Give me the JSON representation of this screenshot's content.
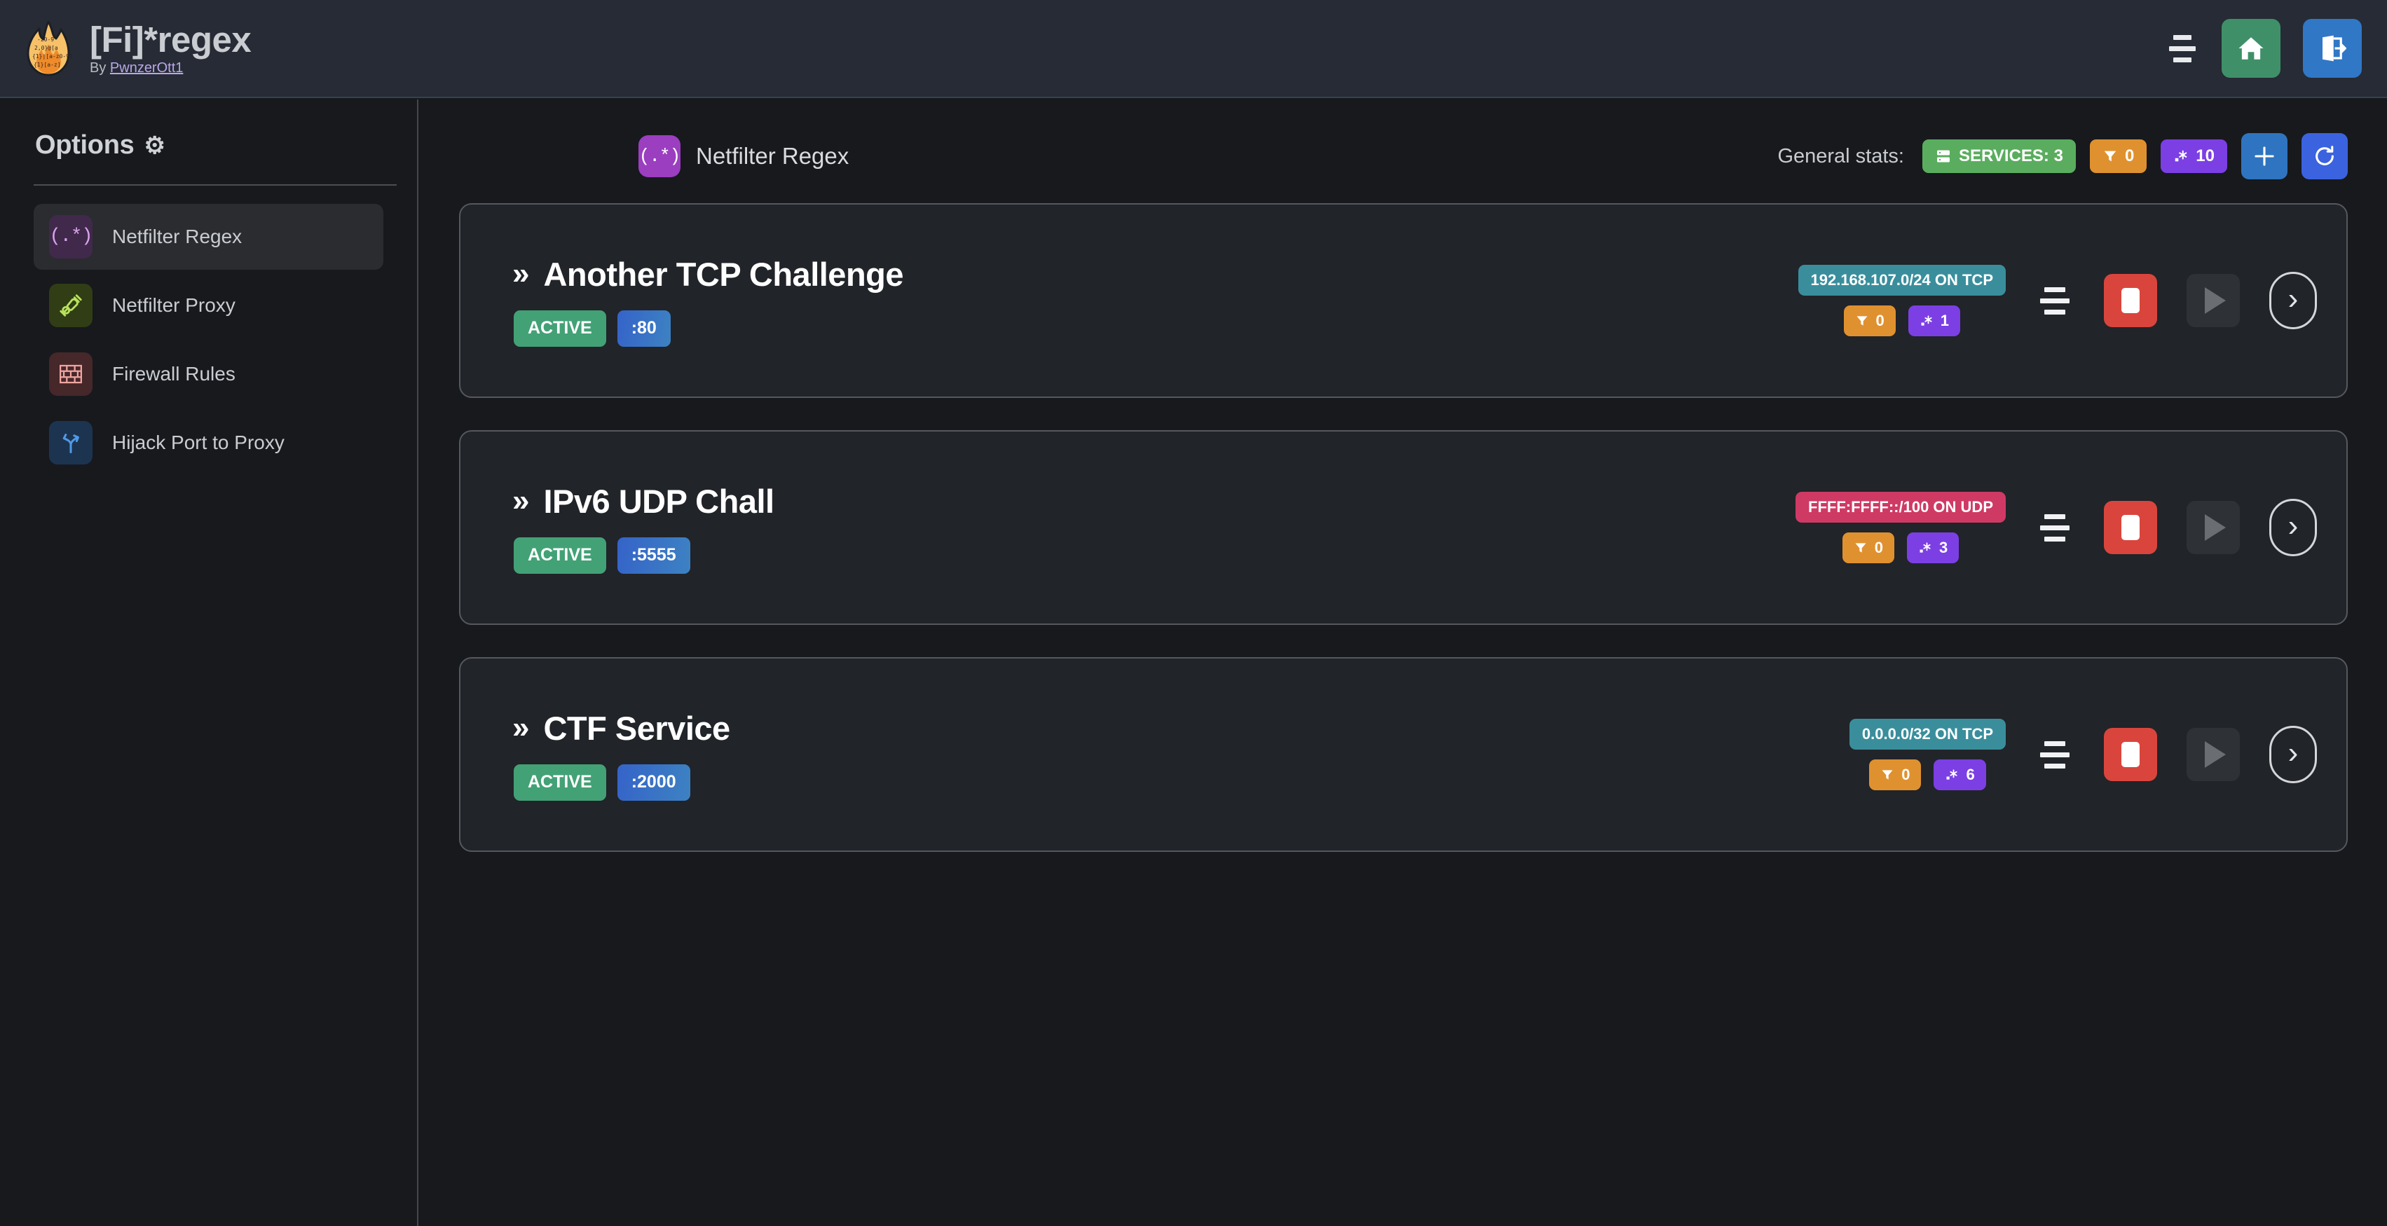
{
  "header": {
    "logo_icon": "flame-logo",
    "title": "[Fi]*regex",
    "by_prefix": "By ",
    "author": "PwnzerOtt1",
    "menu_icon": "hamburger-icon",
    "home_icon": "home-icon",
    "logout_icon": "logout-icon"
  },
  "sidebar": {
    "heading": "Options",
    "gear_icon": "gear-icon",
    "items": [
      {
        "label": "Netfilter Regex",
        "icon": "regex-icon",
        "glyph": "(.*)",
        "active": true
      },
      {
        "label": "Netfilter Proxy",
        "icon": "plug-icon",
        "glyph": "",
        "active": false
      },
      {
        "label": "Firewall Rules",
        "icon": "brick-wall-icon",
        "glyph": "",
        "active": false
      },
      {
        "label": "Hijack Port to Proxy",
        "icon": "fork-arrow-icon",
        "glyph": "",
        "active": false
      }
    ]
  },
  "main": {
    "page_icon": "regex-icon",
    "page_icon_glyph": "(.*)",
    "page_title": "Netfilter Regex",
    "stats_label": "General stats:",
    "stats": [
      {
        "name": "services-chip",
        "icon": "server-icon",
        "text": "SERVICES: 3",
        "color": "#5aad5e"
      },
      {
        "name": "filters-chip",
        "icon": "filter-icon",
        "text": "0",
        "color": "#e0912f"
      },
      {
        "name": "regexes-chip",
        "icon": "regex-count-icon",
        "text": "10",
        "color": "#7c3fe4"
      }
    ],
    "add_button_icon": "plus-icon",
    "refresh_button_icon": "refresh-icon"
  },
  "services": [
    {
      "chevron": "»",
      "name": "Another TCP Challenge",
      "status": "ACTIVE",
      "port": ":80",
      "network": "192.168.107.0/24 ON TCP",
      "network_color": "teal",
      "filters": "0",
      "regexes": "1",
      "menu_icon": "service-menu-icon",
      "stop_icon": "stop-icon",
      "play_icon": "play-icon",
      "open_icon": "chevron-right-icon"
    },
    {
      "chevron": "»",
      "name": "IPv6 UDP Chall",
      "status": "ACTIVE",
      "port": ":5555",
      "network": "FFFF:FFFF::/100 ON UDP",
      "network_color": "pink",
      "filters": "0",
      "regexes": "3",
      "menu_icon": "service-menu-icon",
      "stop_icon": "stop-icon",
      "play_icon": "play-icon",
      "open_icon": "chevron-right-icon"
    },
    {
      "chevron": "»",
      "name": "CTF Service",
      "status": "ACTIVE",
      "port": ":2000",
      "network": "0.0.0.0/32 ON TCP",
      "network_color": "teal",
      "filters": "0",
      "regexes": "6",
      "menu_icon": "service-menu-icon",
      "stop_icon": "stop-icon",
      "play_icon": "play-icon",
      "open_icon": "chevron-right-icon"
    }
  ],
  "colors": {
    "header_bg": "#262b35",
    "page_bg": "#17191d",
    "card_bg": "#212429",
    "card_border": "#55585e",
    "accent_green": "#43a176",
    "accent_blue": "#3563c9",
    "accent_red": "#d9453c",
    "accent_purple": "#9b3ec0",
    "accent_orange": "#e0912f",
    "accent_teal": "#3a8e9c",
    "accent_pink": "#cf3a64"
  }
}
